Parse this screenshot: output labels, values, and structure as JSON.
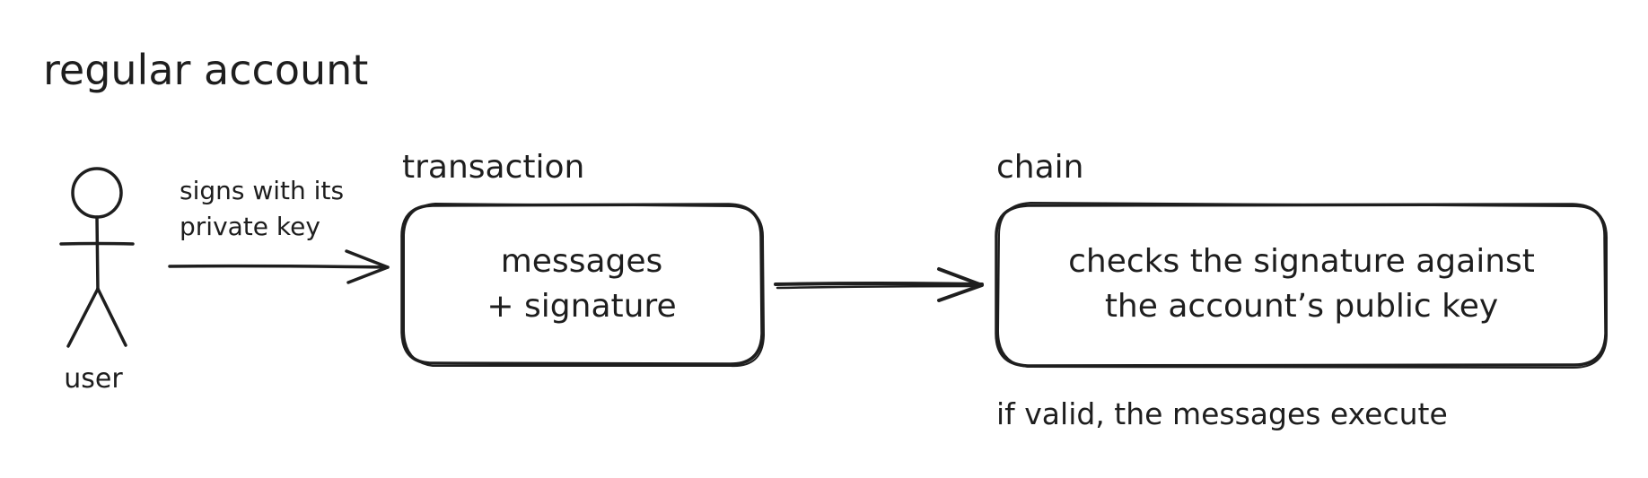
{
  "diagram": {
    "title": "regular account",
    "actor": {
      "label": "user"
    },
    "sign_arrow": {
      "label_line1": "signs with its",
      "label_line2": "private key"
    },
    "transaction": {
      "heading": "transaction",
      "line1": "messages",
      "line2": "+ signature"
    },
    "chain": {
      "heading": "chain",
      "line1": "checks the signature against",
      "line2": "the account’s public key"
    },
    "footer_note": "if valid, the messages execute"
  }
}
